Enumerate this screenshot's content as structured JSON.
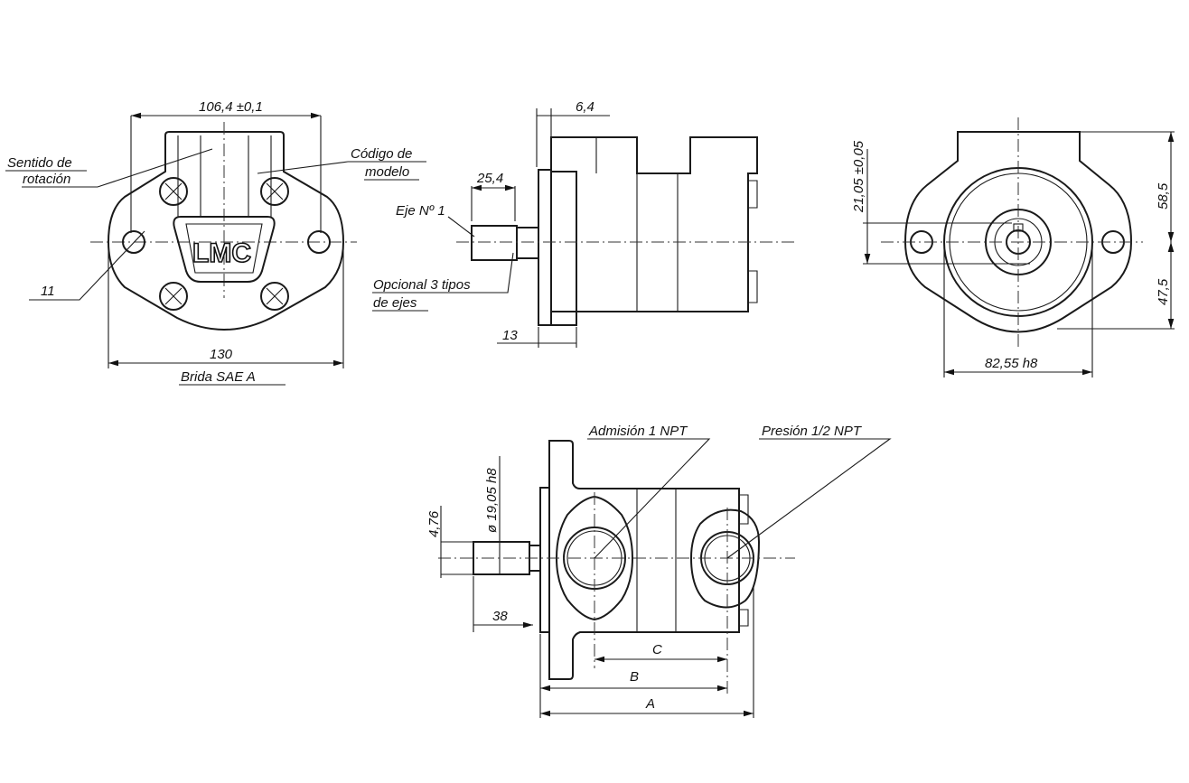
{
  "front_view": {
    "width_dim": "106,4 ±0,1",
    "flange_dim": "130",
    "flange_label": "Brida SAE A",
    "hole_dim": "11",
    "rotation_label_1": "Sentido de",
    "rotation_label_2": "rotación",
    "model_label_1": "Código de",
    "model_label_2": "modelo",
    "logo": "LMC"
  },
  "side_view": {
    "pilot_dim": "6,4",
    "shaft_dim": "25,4",
    "shaft_label": "Eje Nº 1",
    "option_label_1": "Opcional 3 tipos",
    "option_label_2": "de ejes",
    "flange_thk_dim": "13"
  },
  "rear_view": {
    "key_dim": "21,05 ±0,05",
    "top_dim": "58,5",
    "bottom_dim": "47,5",
    "pilot_dia_dim": "82,55 h8"
  },
  "bottom_view": {
    "inlet_label": "Admisión 1 NPT",
    "outlet_label": "Presión 1/2 NPT",
    "key_width_dim": "4,76",
    "shaft_dia_dim": "ø 19,05 h8",
    "shaft_len_dim": "38",
    "dim_c": "C",
    "dim_b": "B",
    "dim_a": "A"
  }
}
